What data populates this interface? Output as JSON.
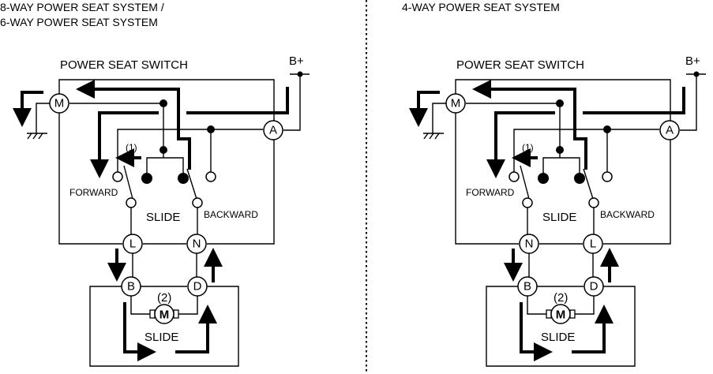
{
  "left_panel": {
    "title_line1": "8-WAY POWER SEAT SYSTEM /",
    "title_line2": "6-WAY POWER SEAT SYSTEM",
    "switch_label": "POWER SEAT SWITCH",
    "battery_label": "B+",
    "motor_terminal": "M",
    "terminal_a": "A",
    "switch_forward": "FORWARD",
    "switch_backward": "BACKWARD",
    "switch_center": "SLIDE",
    "callout_1": "(1)",
    "terminal_left": "L",
    "terminal_right": "N",
    "motor_terminal_left": "B",
    "motor_terminal_right": "D",
    "callout_2": "(2)",
    "motor_symbol": "M",
    "motor_label": "SLIDE"
  },
  "right_panel": {
    "title_line1": "4-WAY POWER SEAT SYSTEM",
    "switch_label": "POWER SEAT SWITCH",
    "battery_label": "B+",
    "motor_terminal": "M",
    "terminal_a": "A",
    "switch_forward": "FORWARD",
    "switch_backward": "BACKWARD",
    "switch_center": "SLIDE",
    "callout_1": "(1)",
    "terminal_left": "N",
    "terminal_right": "L",
    "motor_terminal_left": "B",
    "motor_terminal_right": "D",
    "callout_2": "(2)",
    "motor_symbol": "M",
    "motor_label": "SLIDE"
  }
}
